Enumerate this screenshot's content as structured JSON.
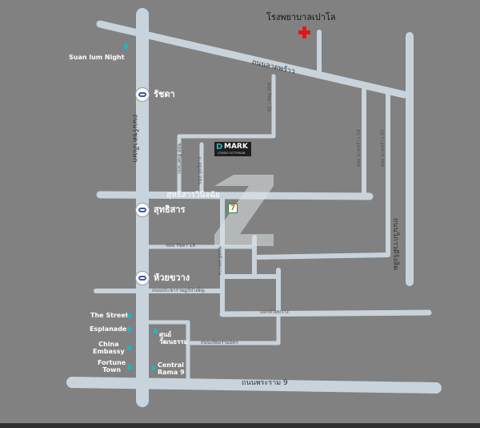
{
  "map": {
    "roads": {
      "ladprao": "ถนนลาดพร้าว",
      "ratchada": "ถนนรัชดาภิเษก",
      "rama9": "ถนนพระราม 9",
      "sutthisan": "สุทธิสารวินิจฉัย",
      "soi_ratchada_18": "ซอย รัชดา 18",
      "pracharat_bamphen": "ถนนประชาราษฎร์บำเพ็ญ",
      "huaikhwang_intersection": "แยกห้วยขวาง",
      "thiam_ruam_mit": "ถนนเทียมร่วมมิตร",
      "lad_prao_54": "ซอย ลาดพร้าว 54",
      "lad_prao_50": "ซอย ลาดพร้าว 50",
      "soi_inthamara": "ซอย อินทามระ",
      "soi_ratchada_36": "ซอย รัชดา 36",
      "soi_huai_khwang": "ซอยห้วยขวาง",
      "soi_sutthisan": "ซอย สุทธิสาร",
      "east_road": "ถนนวิภาวดีรังสิต"
    },
    "stations": {
      "ratchada": "รัชดา",
      "sutthisan": "สุทธิสาร",
      "huai_khwang": "ห้วยขวาง"
    },
    "pois": {
      "hospital": "โรงพยาบาลเปาโล",
      "suan_lum_night": "Suan lum Night",
      "the_street": "The Street",
      "esplanade": "Esplanade",
      "china_embassy": "China\nEmbassy",
      "fortune_town": "Fortune\nTown",
      "cultural_center": "ศูนย์\nวัฒนธรรม",
      "central_rama9": "Central\nRama 9",
      "seven_eleven": "7"
    },
    "project": {
      "name": "MARK",
      "subtitle": "CONDO SUTTHISAN",
      "logo_letter": "D"
    },
    "colors": {
      "background": "#818181",
      "road": "#c9d3db",
      "accent_dot": "#27b2c0",
      "hospital_cross": "#e3161f",
      "station_ring": "#3a5aa8"
    }
  }
}
